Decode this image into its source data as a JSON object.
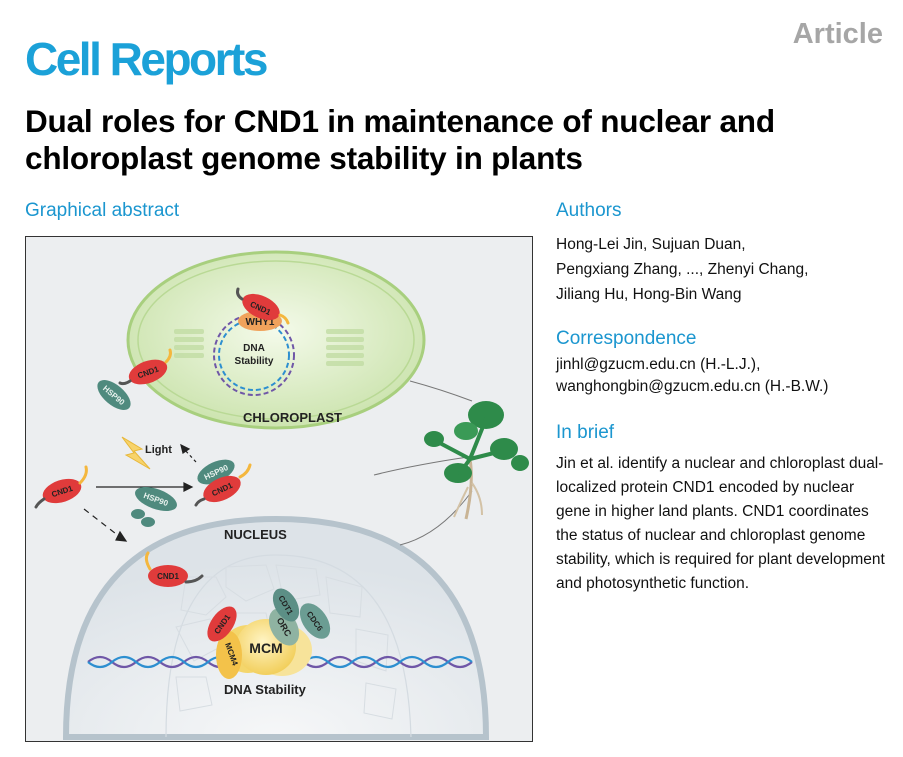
{
  "header": {
    "journal": "Cell Reports",
    "article_type": "Article"
  },
  "title": "Dual roles for CND1 in maintenance of nuclear and chloroplast genome stability in plants",
  "sections": {
    "graphical_abstract": "Graphical abstract",
    "authors": "Authors",
    "correspondence": "Correspondence",
    "in_brief": "In brief"
  },
  "authors_lines": [
    "Hong-Lei Jin, Sujuan Duan,",
    "Pengxiang Zhang, ..., Zhenyi Chang,",
    "Jiliang Hu, Hong-Bin Wang"
  ],
  "correspondence_lines": [
    "jinhl@gzucm.edu.cn (H.-L.J.),",
    "wanghongbin@gzucm.edu.cn (H.-B.W.)"
  ],
  "in_brief": "Jin et al. identify a nuclear and chloroplast dual-localized protein CND1 encoded by nuclear gene in higher land plants. CND1 coordinates the status of nuclear and chloroplast genome stability, which is required for plant development and photosynthetic function.",
  "figure": {
    "chloroplast": "CHLOROPLAST",
    "nucleus": "NUCLEUS",
    "light": "Light",
    "dna_stability_chloroplast_1": "DNA",
    "dna_stability_chloroplast_2": "Stability",
    "dna_stability_nucleus": "DNA Stability",
    "cnd1": "CND1",
    "hsp90": "HSP90",
    "why1": "WHY1",
    "mcm": "MCM",
    "mcm4": "MCM4",
    "orc": "ORC",
    "cdt1": "CDT1",
    "cdc6": "CDC6",
    "colors": {
      "cnd1": "#e03b3b",
      "hsp90": "#4f8a7e",
      "chloroplast": "#cfe6b4",
      "mcm": "#f6d77a",
      "plant": "#2e8b4a"
    }
  }
}
